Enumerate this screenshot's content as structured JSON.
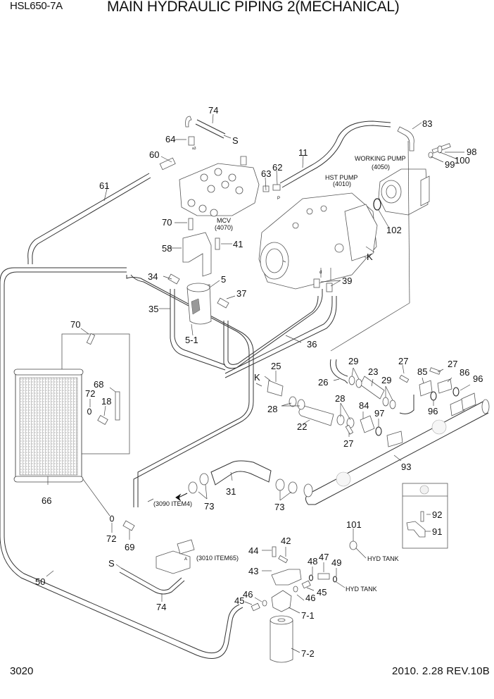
{
  "header": {
    "model": "HSL650-7A",
    "title": "MAIN HYDRAULIC PIPING 2(MECHANICAL)"
  },
  "footer": {
    "page": "3020",
    "revision": "2010. 2.28  REV.10B"
  },
  "components": {
    "mcv": "MCV",
    "mcv_ref": "(4070)",
    "hst_pump": "HST PUMP",
    "hst_pump_ref": "(4010)",
    "working_pump": "WORKING PUMP",
    "working_pump_ref": "(4050)",
    "hyd_tank_1": "HYD TANK",
    "hyd_tank_2": "HYD TANK",
    "ref_3090": "(3090 ITEM4)",
    "ref_3010": "(3010 ITEM65)"
  },
  "markers": {
    "s_top": "S",
    "s_bottom": "S",
    "k_pump": "K",
    "k_fitting": "K",
    "port_p": "P",
    "port_a": "A",
    "port_a3": "a3",
    "port_d": "d"
  },
  "callouts": [
    {
      "id": "c74a",
      "label": "74"
    },
    {
      "id": "c64",
      "label": "64"
    },
    {
      "id": "c60",
      "label": "60"
    },
    {
      "id": "c61",
      "label": "61"
    },
    {
      "id": "c63",
      "label": "63"
    },
    {
      "id": "c62",
      "label": "62"
    },
    {
      "id": "c11",
      "label": "11"
    },
    {
      "id": "c83",
      "label": "83"
    },
    {
      "id": "c98",
      "label": "98"
    },
    {
      "id": "c99",
      "label": "99"
    },
    {
      "id": "c100",
      "label": "100"
    },
    {
      "id": "c102",
      "label": "102"
    },
    {
      "id": "c70a",
      "label": "70"
    },
    {
      "id": "c58",
      "label": "58"
    },
    {
      "id": "c41",
      "label": "41"
    },
    {
      "id": "c34",
      "label": "34"
    },
    {
      "id": "c5",
      "label": "5"
    },
    {
      "id": "c37",
      "label": "37"
    },
    {
      "id": "c35",
      "label": "35"
    },
    {
      "id": "c5-1",
      "label": "5-1"
    },
    {
      "id": "c39",
      "label": "39"
    },
    {
      "id": "c36",
      "label": "36"
    },
    {
      "id": "c70b",
      "label": "70"
    },
    {
      "id": "c68",
      "label": "68"
    },
    {
      "id": "c72a",
      "label": "72"
    },
    {
      "id": "c18",
      "label": "18"
    },
    {
      "id": "c66",
      "label": "66"
    },
    {
      "id": "c72b",
      "label": "72"
    },
    {
      "id": "c69",
      "label": "69"
    },
    {
      "id": "c25",
      "label": "25"
    },
    {
      "id": "c28a",
      "label": "28"
    },
    {
      "id": "c22",
      "label": "22"
    },
    {
      "id": "c28b",
      "label": "28"
    },
    {
      "id": "c84",
      "label": "84"
    },
    {
      "id": "c97",
      "label": "97"
    },
    {
      "id": "c27a",
      "label": "27"
    },
    {
      "id": "c26",
      "label": "26"
    },
    {
      "id": "c29a",
      "label": "29"
    },
    {
      "id": "c23",
      "label": "23"
    },
    {
      "id": "c29b",
      "label": "29"
    },
    {
      "id": "c27b",
      "label": "27"
    },
    {
      "id": "c85",
      "label": "85"
    },
    {
      "id": "c27c",
      "label": "27"
    },
    {
      "id": "c86",
      "label": "86"
    },
    {
      "id": "c96a",
      "label": "96"
    },
    {
      "id": "c96b",
      "label": "96"
    },
    {
      "id": "c93",
      "label": "93"
    },
    {
      "id": "c31",
      "label": "31"
    },
    {
      "id": "c73a",
      "label": "73"
    },
    {
      "id": "c73b",
      "label": "73"
    },
    {
      "id": "c92",
      "label": "92"
    },
    {
      "id": "c91",
      "label": "91"
    },
    {
      "id": "c101",
      "label": "101"
    },
    {
      "id": "c50",
      "label": "50"
    },
    {
      "id": "c74b",
      "label": "74"
    },
    {
      "id": "c44",
      "label": "44"
    },
    {
      "id": "c42",
      "label": "42"
    },
    {
      "id": "c43",
      "label": "43"
    },
    {
      "id": "c48",
      "label": "48"
    },
    {
      "id": "c47",
      "label": "47"
    },
    {
      "id": "c49",
      "label": "49"
    },
    {
      "id": "c46a",
      "label": "46"
    },
    {
      "id": "c45a",
      "label": "45"
    },
    {
      "id": "c46b",
      "label": "46"
    },
    {
      "id": "c45b",
      "label": "45"
    },
    {
      "id": "c7-1",
      "label": "7-1"
    },
    {
      "id": "c7-2",
      "label": "7-2"
    }
  ]
}
